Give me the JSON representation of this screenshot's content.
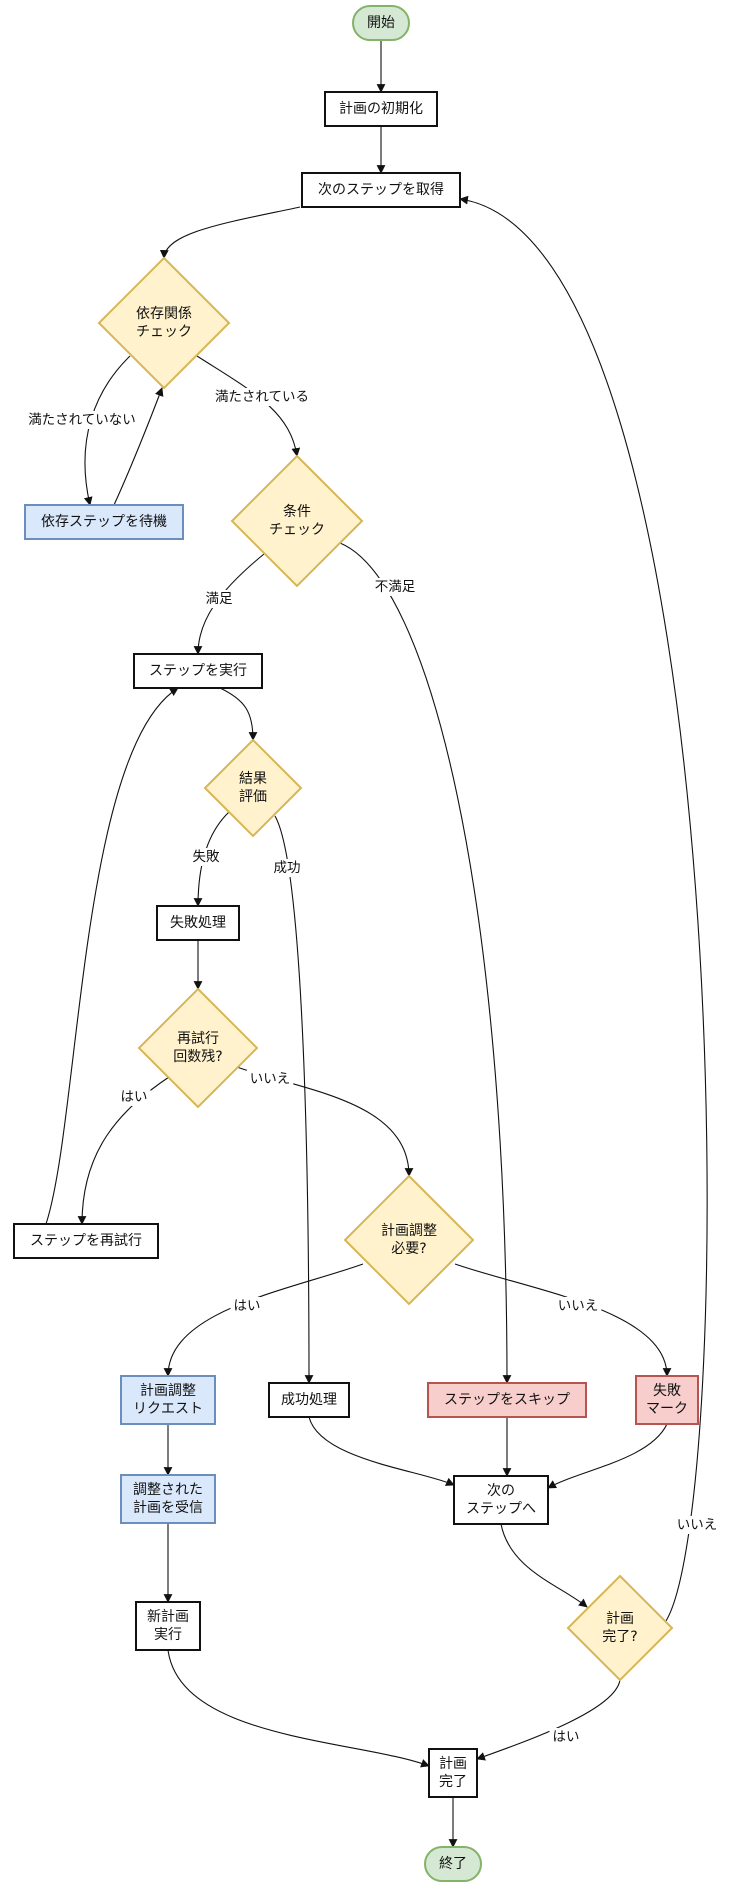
{
  "diagram": {
    "colors": {
      "plain_fill": "#ffffff",
      "plain_stroke": "#111111",
      "decision_fill": "#fff2cc",
      "decision_stroke": "#d6b656",
      "terminal_fill": "#d5e8d4",
      "terminal_stroke": "#82b366",
      "blue_fill": "#dae8fc",
      "blue_stroke": "#6c8ebf",
      "red_fill": "#f8cecc",
      "red_stroke": "#b85450"
    },
    "nodes": [
      {
        "id": "start",
        "label": "開始",
        "kind": "terminal"
      },
      {
        "id": "init",
        "label": "計画の初期化",
        "kind": "plain"
      },
      {
        "id": "next",
        "label": "次のステップを取得",
        "kind": "plain"
      },
      {
        "id": "dep",
        "label": "依存関係\nチェック",
        "kind": "decision"
      },
      {
        "id": "wait",
        "label": "依存ステップを待機",
        "kind": "blue"
      },
      {
        "id": "cond",
        "label": "条件\nチェック",
        "kind": "decision"
      },
      {
        "id": "exec",
        "label": "ステップを実行",
        "kind": "plain"
      },
      {
        "id": "eval",
        "label": "結果\n評価",
        "kind": "decision"
      },
      {
        "id": "fail",
        "label": "失敗処理",
        "kind": "plain"
      },
      {
        "id": "retry",
        "label": "再試行\n回数残?",
        "kind": "decision"
      },
      {
        "id": "reexec",
        "label": "ステップを再試行",
        "kind": "plain"
      },
      {
        "id": "adj",
        "label": "計画調整\n必要?",
        "kind": "decision"
      },
      {
        "id": "req",
        "label": "計画調整\nリクエスト",
        "kind": "blue"
      },
      {
        "id": "recv",
        "label": "調整された\n計画を受信",
        "kind": "blue"
      },
      {
        "id": "newexec",
        "label": "新計画\n実行",
        "kind": "plain"
      },
      {
        "id": "success",
        "label": "成功処理",
        "kind": "plain"
      },
      {
        "id": "skip",
        "label": "ステップをスキップ",
        "kind": "red"
      },
      {
        "id": "markfail",
        "label": "失敗\nマーク",
        "kind": "red"
      },
      {
        "id": "tonext",
        "label": "次の\nステップへ",
        "kind": "plain"
      },
      {
        "id": "done",
        "label": "計画\n完了?",
        "kind": "decision"
      },
      {
        "id": "complete",
        "label": "計画\n完了",
        "kind": "plain"
      },
      {
        "id": "end",
        "label": "終了",
        "kind": "terminal"
      }
    ],
    "edges": [
      {
        "from": "start",
        "to": "init",
        "label": ""
      },
      {
        "from": "init",
        "to": "next",
        "label": ""
      },
      {
        "from": "next",
        "to": "dep",
        "label": ""
      },
      {
        "from": "dep",
        "to": "wait",
        "label": "満たされていない"
      },
      {
        "from": "wait",
        "to": "dep",
        "label": ""
      },
      {
        "from": "dep",
        "to": "cond",
        "label": "満たされている"
      },
      {
        "from": "cond",
        "to": "exec",
        "label": "満足"
      },
      {
        "from": "cond",
        "to": "skip",
        "label": "不満足"
      },
      {
        "from": "exec",
        "to": "eval",
        "label": ""
      },
      {
        "from": "eval",
        "to": "fail",
        "label": "失敗"
      },
      {
        "from": "eval",
        "to": "success",
        "label": "成功"
      },
      {
        "from": "fail",
        "to": "retry",
        "label": ""
      },
      {
        "from": "retry",
        "to": "reexec",
        "label": "はい"
      },
      {
        "from": "reexec",
        "to": "exec",
        "label": ""
      },
      {
        "from": "retry",
        "to": "adj",
        "label": "いいえ"
      },
      {
        "from": "adj",
        "to": "req",
        "label": "はい"
      },
      {
        "from": "adj",
        "to": "markfail",
        "label": "いいえ"
      },
      {
        "from": "req",
        "to": "recv",
        "label": ""
      },
      {
        "from": "recv",
        "to": "newexec",
        "label": ""
      },
      {
        "from": "newexec",
        "to": "complete",
        "label": ""
      },
      {
        "from": "success",
        "to": "tonext",
        "label": ""
      },
      {
        "from": "skip",
        "to": "tonext",
        "label": ""
      },
      {
        "from": "markfail",
        "to": "tonext",
        "label": ""
      },
      {
        "from": "tonext",
        "to": "done",
        "label": ""
      },
      {
        "from": "done",
        "to": "next",
        "label": "いいえ"
      },
      {
        "from": "done",
        "to": "complete",
        "label": "はい"
      },
      {
        "from": "complete",
        "to": "end",
        "label": ""
      }
    ]
  }
}
